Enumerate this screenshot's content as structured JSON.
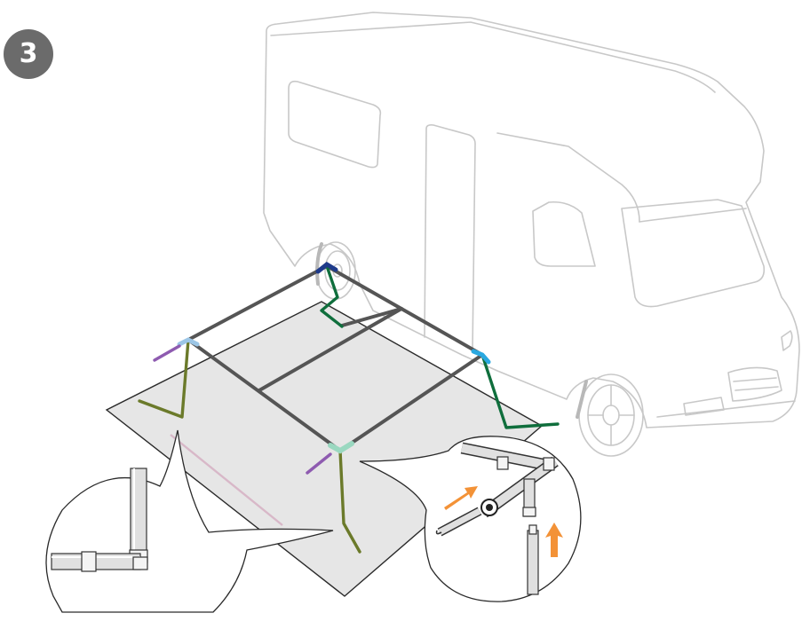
{
  "step": {
    "number": "3"
  },
  "colors": {
    "badge": "#6b6b6b",
    "vehicle_outline": "#c8c8c8",
    "ground_sheet": "#e6e6e6",
    "frame_pole": "#555555",
    "leg_green": "#0f6e3c",
    "leg_olive": "#6b7a2a",
    "corner_blue": "#2aa8e0",
    "corner_navy": "#1e3a8a",
    "corner_mint": "#9ad8c0",
    "corner_light_blue": "#9cc6e6",
    "stub_purple": "#8e5bb0",
    "arrow_orange": "#f39237"
  },
  "icons": {
    "vehicle": "motorhome-illustration",
    "assembly": "awning-frame-illustration",
    "detail_left": "pole-joint-magnifier",
    "detail_right": "tee-connector-magnifier",
    "arrows": "insert-arrow-orange"
  }
}
